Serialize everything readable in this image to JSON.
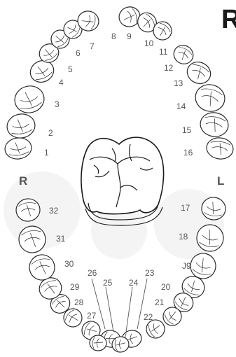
{
  "corner_letter": "R",
  "side_labels": {
    "right": "R",
    "left": "L"
  },
  "tooth_numbers": [
    "1",
    "2",
    "3",
    "4",
    "5",
    "6",
    "7",
    "8",
    "9",
    "10",
    "11",
    "12",
    "13",
    "14",
    "15",
    "16",
    "17",
    "18",
    "J9",
    "20",
    "21",
    "22",
    "23",
    "24",
    "25",
    "26",
    "27",
    "28",
    "29",
    "30",
    "31",
    "32"
  ],
  "colors": {
    "outline": "#2a2a2a",
    "label": "#555555",
    "background": "#ffffff"
  }
}
